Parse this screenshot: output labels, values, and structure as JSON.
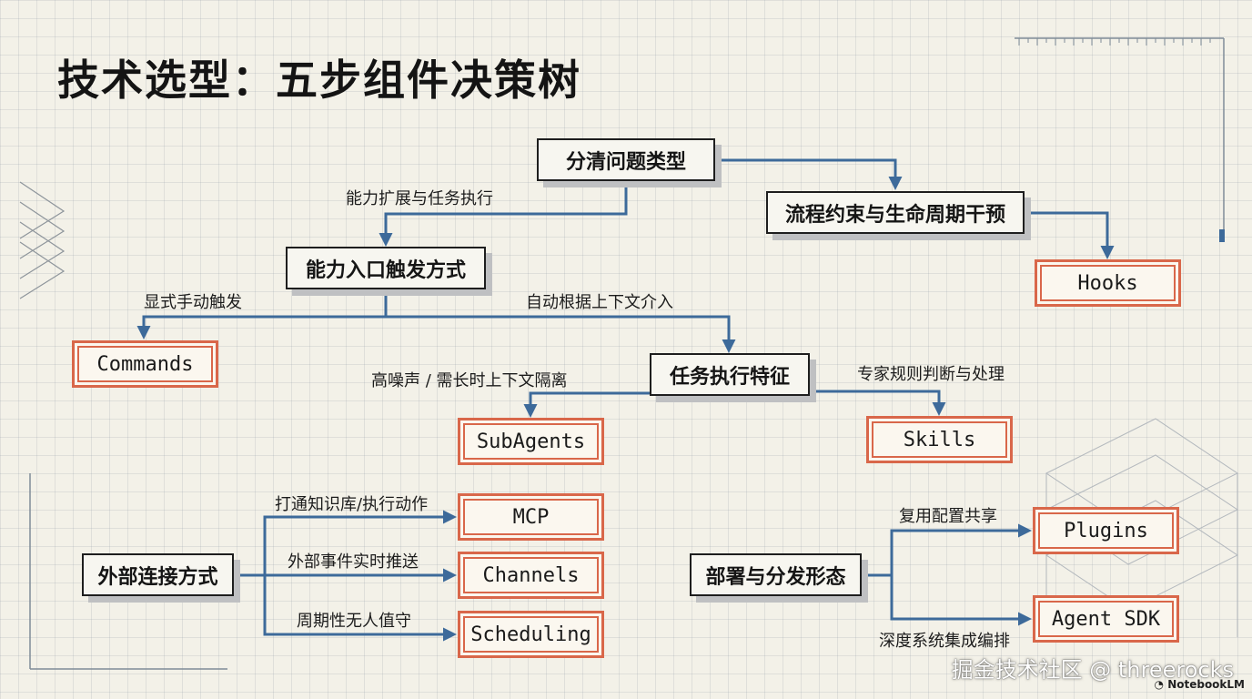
{
  "title": "技术选型：五步组件决策树",
  "nodes": {
    "root": "分清问题类型",
    "capability": "能力入口触发方式",
    "flow": "流程约束与生命周期干预",
    "task": "任务执行特征",
    "external": "外部连接方式",
    "deploy": "部署与分发形态"
  },
  "leaves": {
    "hooks": "Hooks",
    "commands": "Commands",
    "subagents": "SubAgents",
    "skills": "Skills",
    "mcp": "MCP",
    "channels": "Channels",
    "scheduling": "Scheduling",
    "plugins": "Plugins",
    "agent_sdk": "Agent SDK"
  },
  "edge_labels": {
    "root_to_capability": "能力扩展与任务执行",
    "capability_to_commands": "显式手动触发",
    "capability_to_task": "自动根据上下文介入",
    "task_to_subagents": "高噪声 / 需长时上下文隔离",
    "task_to_skills": "专家规则判断与处理",
    "external_to_mcp": "打通知识库/执行动作",
    "external_to_channels": "外部事件实时推送",
    "external_to_scheduling": "周期性无人值守",
    "deploy_to_plugins": "复用配置共享",
    "deploy_to_agent_sdk": "深度系统集成编排"
  },
  "watermark": "掘金技术社区 @ threerocks",
  "brand": "NotebookLM",
  "colors": {
    "connector": "#3d6a9a",
    "leaf_border": "#d9674a",
    "node_border": "#1e1e1e",
    "background": "#f3f1e8"
  }
}
